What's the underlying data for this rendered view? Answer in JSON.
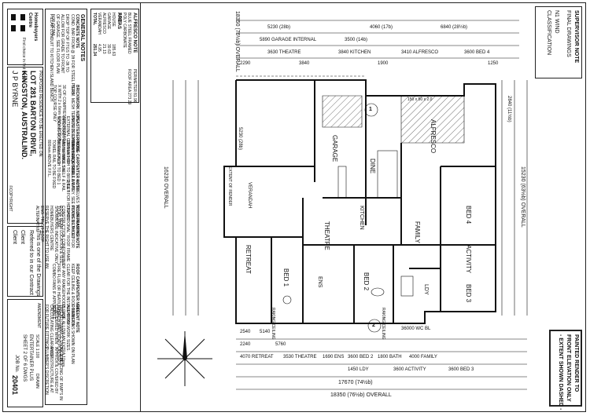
{
  "title_block": {
    "company_line1": "Homebuyers",
    "company_line2": "Centre",
    "tagline": "First choice in first homes",
    "general_notes_heading": "GENERAL NOTES",
    "concrete_note_heading": "CONCRETE NOTE",
    "concrete_note": "COND. BAR FROM @ 3ft FOR STEEL PIERS",
    "drop_note": "DROP TOP OF FTGS TO -3ft TO ALLOW FOR GRADE TO FRONT OF GARAGE. SEE FLOOR PLAN FOR DETAIL",
    "pillar_note": "PILLAR CONDUIT TO KITCHEN ISLAND BENCH",
    "brickwork_heading": "BRICKWORK NOTE",
    "brickwork_note": "TERM. MESH TERMITE TREATMENT REQUIRED",
    "brickwork_note2": "30 OF COMPRESSED FROM 3 to X WITH 2 x 6mm GALV. ROD IN TOP COURSE ONLY",
    "plasterer_heading": "PLASTERER NOTE",
    "plasterer_note": "PROVIDE CASING BEADS TO ALL EXTERNAL CORNERS OF INTERNAL PLASTERWALLS & SLIDING DOOR REVEALS",
    "fixing_heading": "FIXING CARPENTER NOTE",
    "fixing_note": "450mm WIDE SHELF & RAIL 1800mm HIGH TO BR 2,3 & 4",
    "fixing_note2": "450mm WIDE SHELF & RAIL 1800mm HIGH TO BED 1",
    "fixing_note3": "TOWEL RAIL TO BE FIXED 800mm ABOVE F.F.L.",
    "shelves_note": "4 x SHELVES TO LINEN AS PER PANTRY. SEE KITCHEN LAYOUT SHEET FOR HEIGHTS.",
    "roof_heading": "ROOF FRAMING NOTE",
    "roof_note": "PLANS DETAILED FOR \"TRADITIONAL\" ROOF FRAME CONSTRUCTION CONFORMING TO AS 1684",
    "roof_note2": "ROOF BEAM LOCATION & SIZE SHOWN ARE INDICATIVE ONLY. HOMEBUYERS CENTRE RESERVE THE RIGHT TO USE AN ENG. TRUSS ROOF ALTERNATIVE",
    "roof_carpenter_heading": "ROOF CARPENTER NOTE",
    "roof_carpenter_note": "KEEP CEILING & ROOF TIMBERS CLEAR FOR THE INSTALLATION OF ANY RANGEHOOD'S FLUE FIRE FLUE OR HEAT/LIGHT COMBO FANS IF APPLICABLE.",
    "recent_heading": "RECENT NOTE",
    "recent_note": "DIMENSIONS SHOWN ON PLAN ARE BRICKWORK SIZES. PLEASE ALLOW AN EXTRA 10mm TO EACH WALL FOR PLASTER & SET",
    "allowance_note": "THIS ALLOWANCE SHOULD BE CONSIDERED WHEN CALCULATING CLEARANCES FOR FUTURE FITTINGS",
    "ng_note": "No. & PLACING OF RWP'S IN APPROX & COVERED BY ROOF STRUCTURE & AT PLUMBER'S DISCRETION",
    "proposed": "PROPOSED RESIDENCE TO BE ERECTED ON:",
    "lot": "LOT 281 BARTON DRIVE,",
    "suburb": "KINGSTON, AUSTRALIND.",
    "client_label": "J P BYRNE",
    "copyright": "©COPYRIGHT",
    "drawing_note1": "This is one of the Drawings",
    "drawing_note2": "Referred to in our Contract",
    "client": "Client",
    "amendment": "AMENDMENT",
    "entertainer": "ENTERTAINER PLUS",
    "sheet": "SHEET 2 OF 6 DWGS",
    "job_no_label": "JOB No.",
    "job_no": "20401",
    "scale": "SCALE 1:100",
    "drawn": "DRAWN"
  },
  "areas": {
    "alfresco_heading": "ALFRESCO NOTE",
    "alfresco_note": "BLUE STEEL FRAMED POLY CARBONATE ROOF",
    "areas_heading": "AREAS",
    "rows": [
      {
        "label": "HOUSE",
        "value": "185.63"
      },
      {
        "label": "GARAGE",
        "value": "39.63"
      },
      {
        "label": "ALFRESCO",
        "value": "21.13"
      },
      {
        "label": "VERANDAH",
        "value": "4.95"
      },
      {
        "label": "TOTAL",
        "value": "251.34"
      },
      {
        "label": "PERIMETER",
        "value": "81.96"
      },
      {
        "label": "ROOF AREA",
        "value": "273.29"
      }
    ]
  },
  "supervisor": {
    "line1": "SUPERVISOR NOTE",
    "line2": "FINAL DRAWINGS",
    "line3": "N1 WIND",
    "line4": "CLASSIFICATION"
  },
  "render_note": {
    "line1": "PAINTED RENDER TO",
    "line2": "FRONT ELEVATION ONLY",
    "line3": "- EXTENT SHOWN DASHED -"
  },
  "plan": {
    "overall_top": "18350 (76½b) OVERALL",
    "overall_bottom": "18350 (76½b) OVERALL",
    "overall_bottom2": "17670 (74½b)",
    "overall_left": "16230 OVERALL",
    "overall_right": "15230 (63½b) OVERALL",
    "dim_right_1": "2840 (11½b)",
    "dim_top_1": "5230 (28b)",
    "dim_top_2": "4060 (17b)",
    "dim_top_3": "6840 (28½b)",
    "dim_top_4": "5890 GARAGE INTERNAL",
    "dim_top_5": "3500 (14b)",
    "dim_top_6": "3630 THEATRE",
    "dim_top_7": "3840 KITCHEN",
    "dim_top_8": "3410 ALFRESCO",
    "dim_top_9": "3600 BED 4",
    "dim_top_10": "2290",
    "dim_top_11": "3840",
    "dim_top_12": "1900",
    "dim_top_13": "1250",
    "dim_bottom_1": "2240",
    "dim_bottom_2": "5760",
    "dim_bottom_3": "4070 RETREAT",
    "dim_bottom_4": "3530 THEATRE",
    "dim_bottom_5": "1690 ENS",
    "dim_bottom_6": "3600 BED 2",
    "dim_bottom_7": "1800 BATH",
    "dim_bottom_8": "4000 FAMILY",
    "dim_bottom_9": "1450 LDY",
    "dim_bottom_10": "3600 ACTIVITY",
    "dim_bottom_11": "3600 BED 3",
    "dim_bottom_12": "2540",
    "dim_bottom_13": "5140",
    "vbc": "36000 WC BL",
    "rooms": [
      {
        "name": "GARAGE"
      },
      {
        "name": "DINE"
      },
      {
        "name": "ALFRESCO"
      },
      {
        "name": "KITCHEN"
      },
      {
        "name": "THEATRE"
      },
      {
        "name": "FAMILY"
      },
      {
        "name": "BED 4"
      },
      {
        "name": "ACTIVITY"
      },
      {
        "name": "BED 3"
      },
      {
        "name": "BED 2"
      },
      {
        "name": "BED 1"
      },
      {
        "name": "RETREAT"
      },
      {
        "name": "ENS"
      },
      {
        "name": "LDY"
      },
      {
        "name": "VERANDAH"
      }
    ],
    "raking_ceiling": "RAKING CEILING",
    "extent_render": "EXTENT OF RENDER",
    "marker_1": "1",
    "marker_2": "2",
    "alfresco_beam": "150 x 50 x 2.0"
  },
  "compass": {
    "label": "N"
  }
}
